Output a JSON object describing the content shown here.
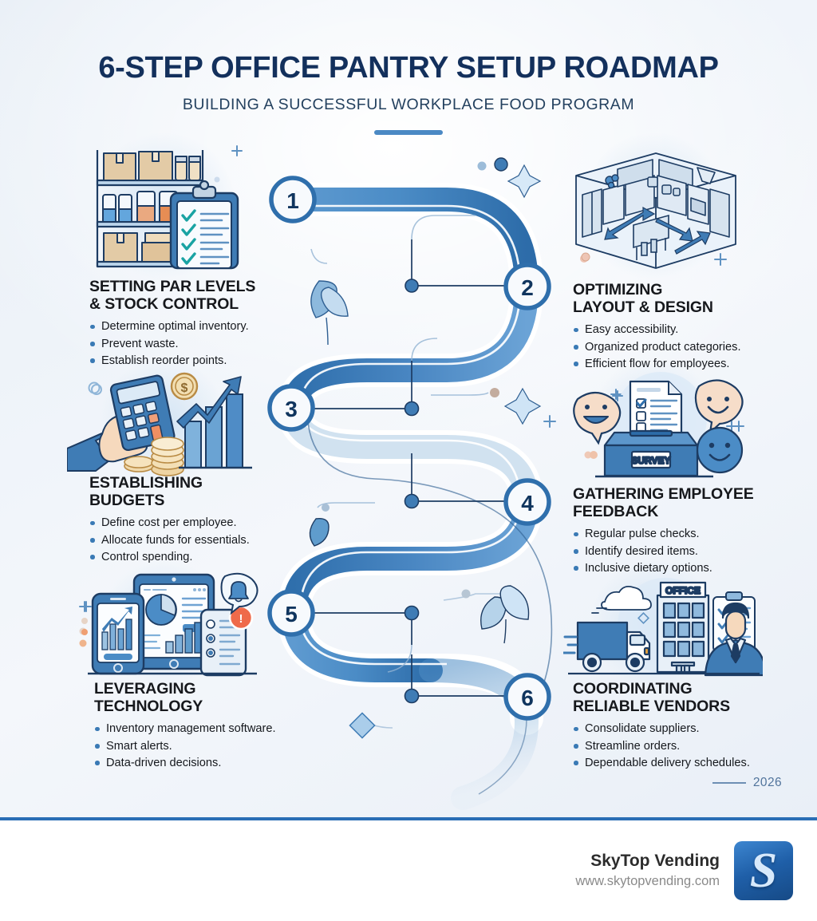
{
  "header": {
    "title": "6-STEP OFFICE PANTRY SETUP ROADMAP",
    "subtitle": "BUILDING A SUCCESSFUL WORKPLACE FOOD PROGRAM"
  },
  "accent_colors": {
    "road_blue": "#3f80bd",
    "road_dark": "#2c6ca8",
    "title_navy": "#13305c",
    "bullet_blue": "#3a7ab5",
    "divider_blue": "#2a6eb5",
    "check_teal": "#1aa3a3"
  },
  "steps": [
    {
      "number": "1",
      "side": "left",
      "illustration": "pantry-shelving-clipboard-illustration",
      "title_line1": "SETTING PAR LEVELS",
      "title_line2": "& STOCK CONTROL",
      "bullets": [
        "Determine optimal inventory.",
        "Prevent waste.",
        "Establish reorder points."
      ]
    },
    {
      "number": "2",
      "side": "right",
      "illustration": "isometric-kitchen-layout-illustration",
      "title_line1": "OPTIMIZING",
      "title_line2": "LAYOUT & DESIGN",
      "bullets": [
        "Easy accessibility.",
        "Organized product categories.",
        "Efficient flow for employees."
      ]
    },
    {
      "number": "3",
      "side": "left",
      "illustration": "calculator-coins-growth-chart-illustration",
      "title_line1": "ESTABLISHING",
      "title_line2": "BUDGETS",
      "bullets": [
        "Define cost per employee.",
        "Allocate funds for essentials.",
        "Control spending."
      ]
    },
    {
      "number": "4",
      "side": "right",
      "illustration": "survey-box-smiley-feedback-illustration",
      "title_line1": "GATHERING EMPLOYEE",
      "title_line2": "FEEDBACK",
      "bullets": [
        "Regular pulse checks.",
        "Identify desired items.",
        "Inclusive dietary options."
      ]
    },
    {
      "number": "5",
      "side": "left",
      "illustration": "devices-dashboards-alerts-illustration",
      "title_line1": "LEVERAGING",
      "title_line2": "TECHNOLOGY",
      "bullets": [
        "Inventory management software.",
        "Smart alerts.",
        "Data-driven decisions."
      ]
    },
    {
      "number": "6",
      "side": "right",
      "illustration": "delivery-truck-office-vendor-illustration",
      "title_line1": "COORDINATING",
      "title_line2": "RELIABLE VENDORS",
      "bullets": [
        "Consolidate suppliers.",
        "Streamline orders.",
        "Dependable delivery schedules."
      ]
    }
  ],
  "illustration_labels": {
    "survey_box": "SURVEY",
    "office_building": "OFFICE"
  },
  "year_mark": "2026",
  "footer": {
    "brand_name": "SkyTop Vending",
    "brand_url": "www.skytopvending.com",
    "logo_letter": "S"
  }
}
